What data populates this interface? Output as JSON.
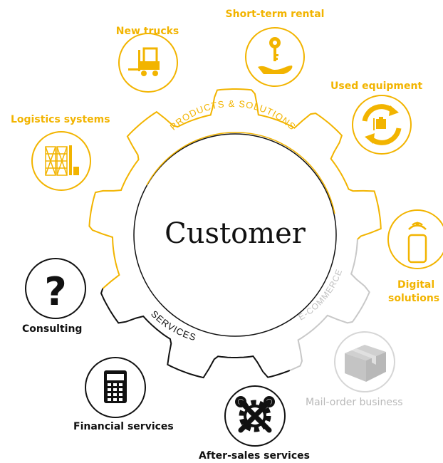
{
  "center": {
    "title": "Customer"
  },
  "ring_labels": {
    "products": "PRODUCTS & SOLUTIONS",
    "services": "SERVICES",
    "ecommerce": "E-COMMERCE"
  },
  "items": {
    "short_term_rental": "Short-term rental",
    "new_trucks": "New trucks",
    "used_equipment": "Used equipment",
    "logistics_systems": "Logistics systems",
    "digital_line1": "Digital",
    "digital_line2": "solutions",
    "consulting": "Consulting",
    "financial_services": "Financial services",
    "after_sales_services": "After-sales services",
    "mail_order_business": "Mail-order business"
  },
  "colors": {
    "products": "#f2b400",
    "services": "#111111",
    "ecommerce": "#c8c8c8"
  }
}
